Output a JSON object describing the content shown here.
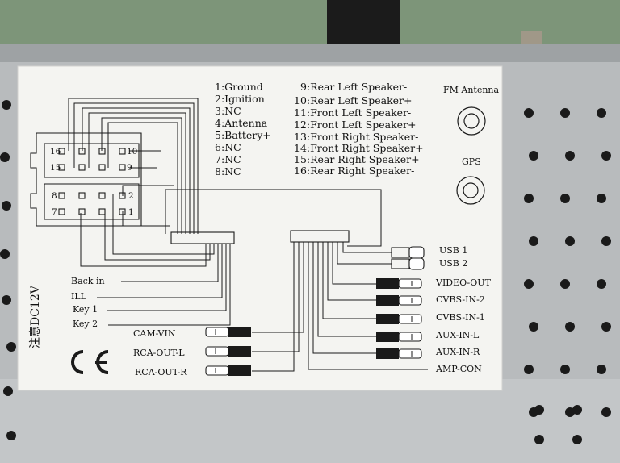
{
  "colors": {
    "housing": "#b9bcbe",
    "sticker": "#f4f4f2",
    "ink": "#1a1a1a",
    "wall": "#7c9478"
  },
  "pinout_left": [
    "1:Ground",
    "2:Ignition",
    "3:NC",
    "4:Antenna",
    "5:Battery+",
    "6:NC",
    "7:NC",
    "8:NC"
  ],
  "pinout_right": [
    "9:Rear Left Speaker-",
    "10:Rear Left Speaker+",
    "11:Front Left Speaker-",
    "12:Front Left Speaker+",
    "13:Front Right Speaker-",
    "14:Front Right Speaker+",
    "15:Rear Right Speaker+",
    "16:Rear Right Speaker-"
  ],
  "connector_pins": [
    "16",
    "10",
    "15",
    "9",
    "8",
    "2",
    "7",
    "1"
  ],
  "antennas": {
    "fm": "FM Antenna",
    "gps": "GPS"
  },
  "left_wires": [
    "Back in",
    "ILL",
    "Key 1",
    "Key 2"
  ],
  "left_rca": [
    "CAM-VIN",
    "RCA-OUT-L",
    "RCA-OUT-R"
  ],
  "right_ports": [
    "USB 1",
    "USB 2",
    "VIDEO-OUT",
    "CVBS-IN-2",
    "CVBS-IN-1",
    "AUX-IN-L",
    "AUX-IN-R",
    "AMP-CON"
  ],
  "vertical_note": "注意DC12V",
  "ce_mark": "CE"
}
